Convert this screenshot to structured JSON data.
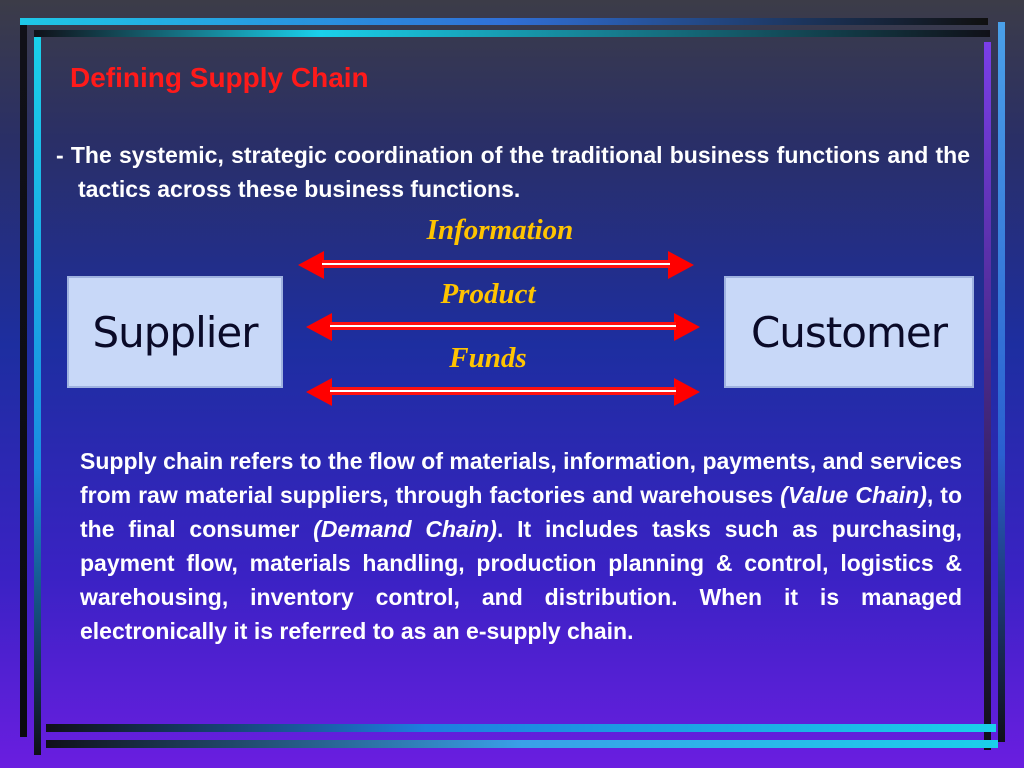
{
  "slide": {
    "title": "Defining Supply Chain",
    "intro": "- The systemic, strategic coordination of the traditional business functions and the tactics across these business functions."
  },
  "diagram": {
    "left_box": "Supplier",
    "right_box": "Customer",
    "flows": [
      "Information",
      "Product",
      "Funds"
    ],
    "arrow_color": "#ff0000",
    "label_color": "#ffc400",
    "box_fill": "#c8d8f8"
  },
  "body": {
    "part1": "Supply chain refers to the flow of materials, information, payments, and services from raw material suppliers, through factories and warehouses ",
    "value_chain": "(Value Chain)",
    "part2": ", to the final consumer ",
    "demand_chain": "(Demand Chain)",
    "part3": ". It includes tasks such as purchasing, payment flow, materials handling, production planning & control, logistics & warehousing, inventory control, and distribution. When it is managed electronically it is referred to as an e-supply chain."
  }
}
